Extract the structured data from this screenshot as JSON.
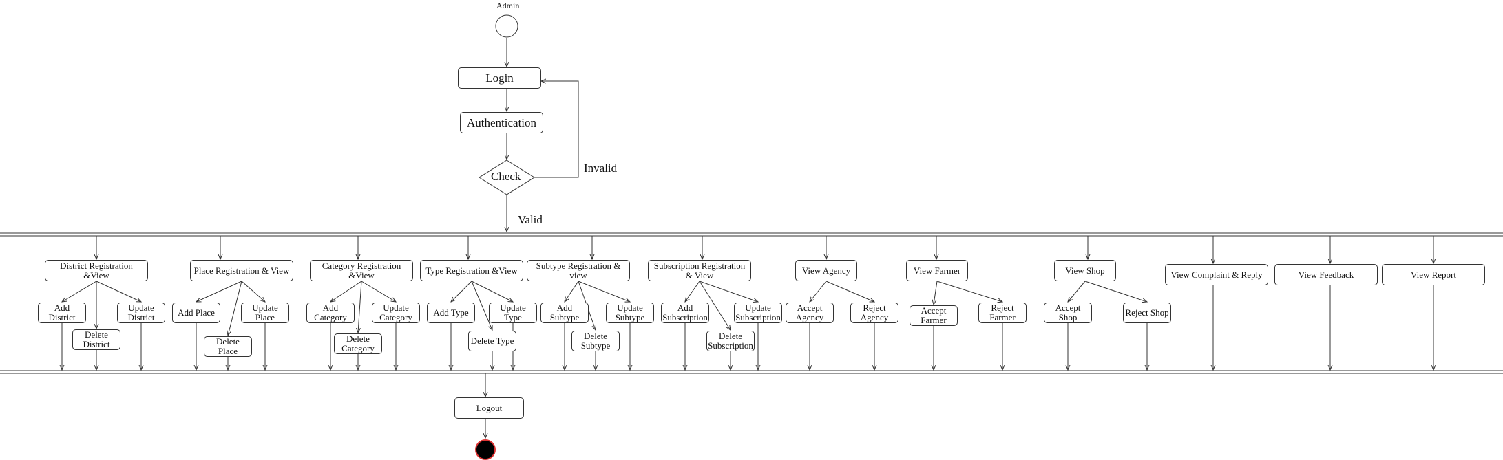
{
  "actor": "Admin",
  "top_flow": {
    "login": "Login",
    "authentication": "Authentication",
    "check": "Check",
    "invalid": "Invalid",
    "valid": "Valid"
  },
  "branches": [
    {
      "title": "District Registration &View",
      "children": [
        "Add District",
        "Delete District",
        "Update District"
      ]
    },
    {
      "title": "Place Registration & View",
      "children": [
        "Add Place",
        "Delete Place",
        "Update Place"
      ]
    },
    {
      "title": "Category Registration &View",
      "children": [
        "Add Category",
        "Delete Category",
        "Update Category"
      ]
    },
    {
      "title": "Type Registration &View",
      "children": [
        "Add Type",
        "Delete Type",
        "Update Type"
      ]
    },
    {
      "title": "Subtype Registration & view",
      "children": [
        "Add Subtype",
        "Delete Subtype",
        "Update Subtype"
      ]
    },
    {
      "title": "Subscription Registration & View",
      "children": [
        "Add Subscription",
        "Delete Subscription",
        "Update Subscription"
      ]
    },
    {
      "title": "View Agency",
      "children": [
        "Accept Agency",
        "Reject Agency"
      ]
    },
    {
      "title": "View Farmer",
      "children": [
        "Accept Farmer",
        "Reject Farmer"
      ]
    },
    {
      "title": "View Shop",
      "children": [
        "Accept Shop",
        "Reject Shop"
      ]
    },
    {
      "title": "View Complaint & Reply",
      "children": []
    },
    {
      "title": "View Feedback",
      "children": []
    },
    {
      "title": "View Report",
      "children": []
    }
  ],
  "logout": "Logout"
}
